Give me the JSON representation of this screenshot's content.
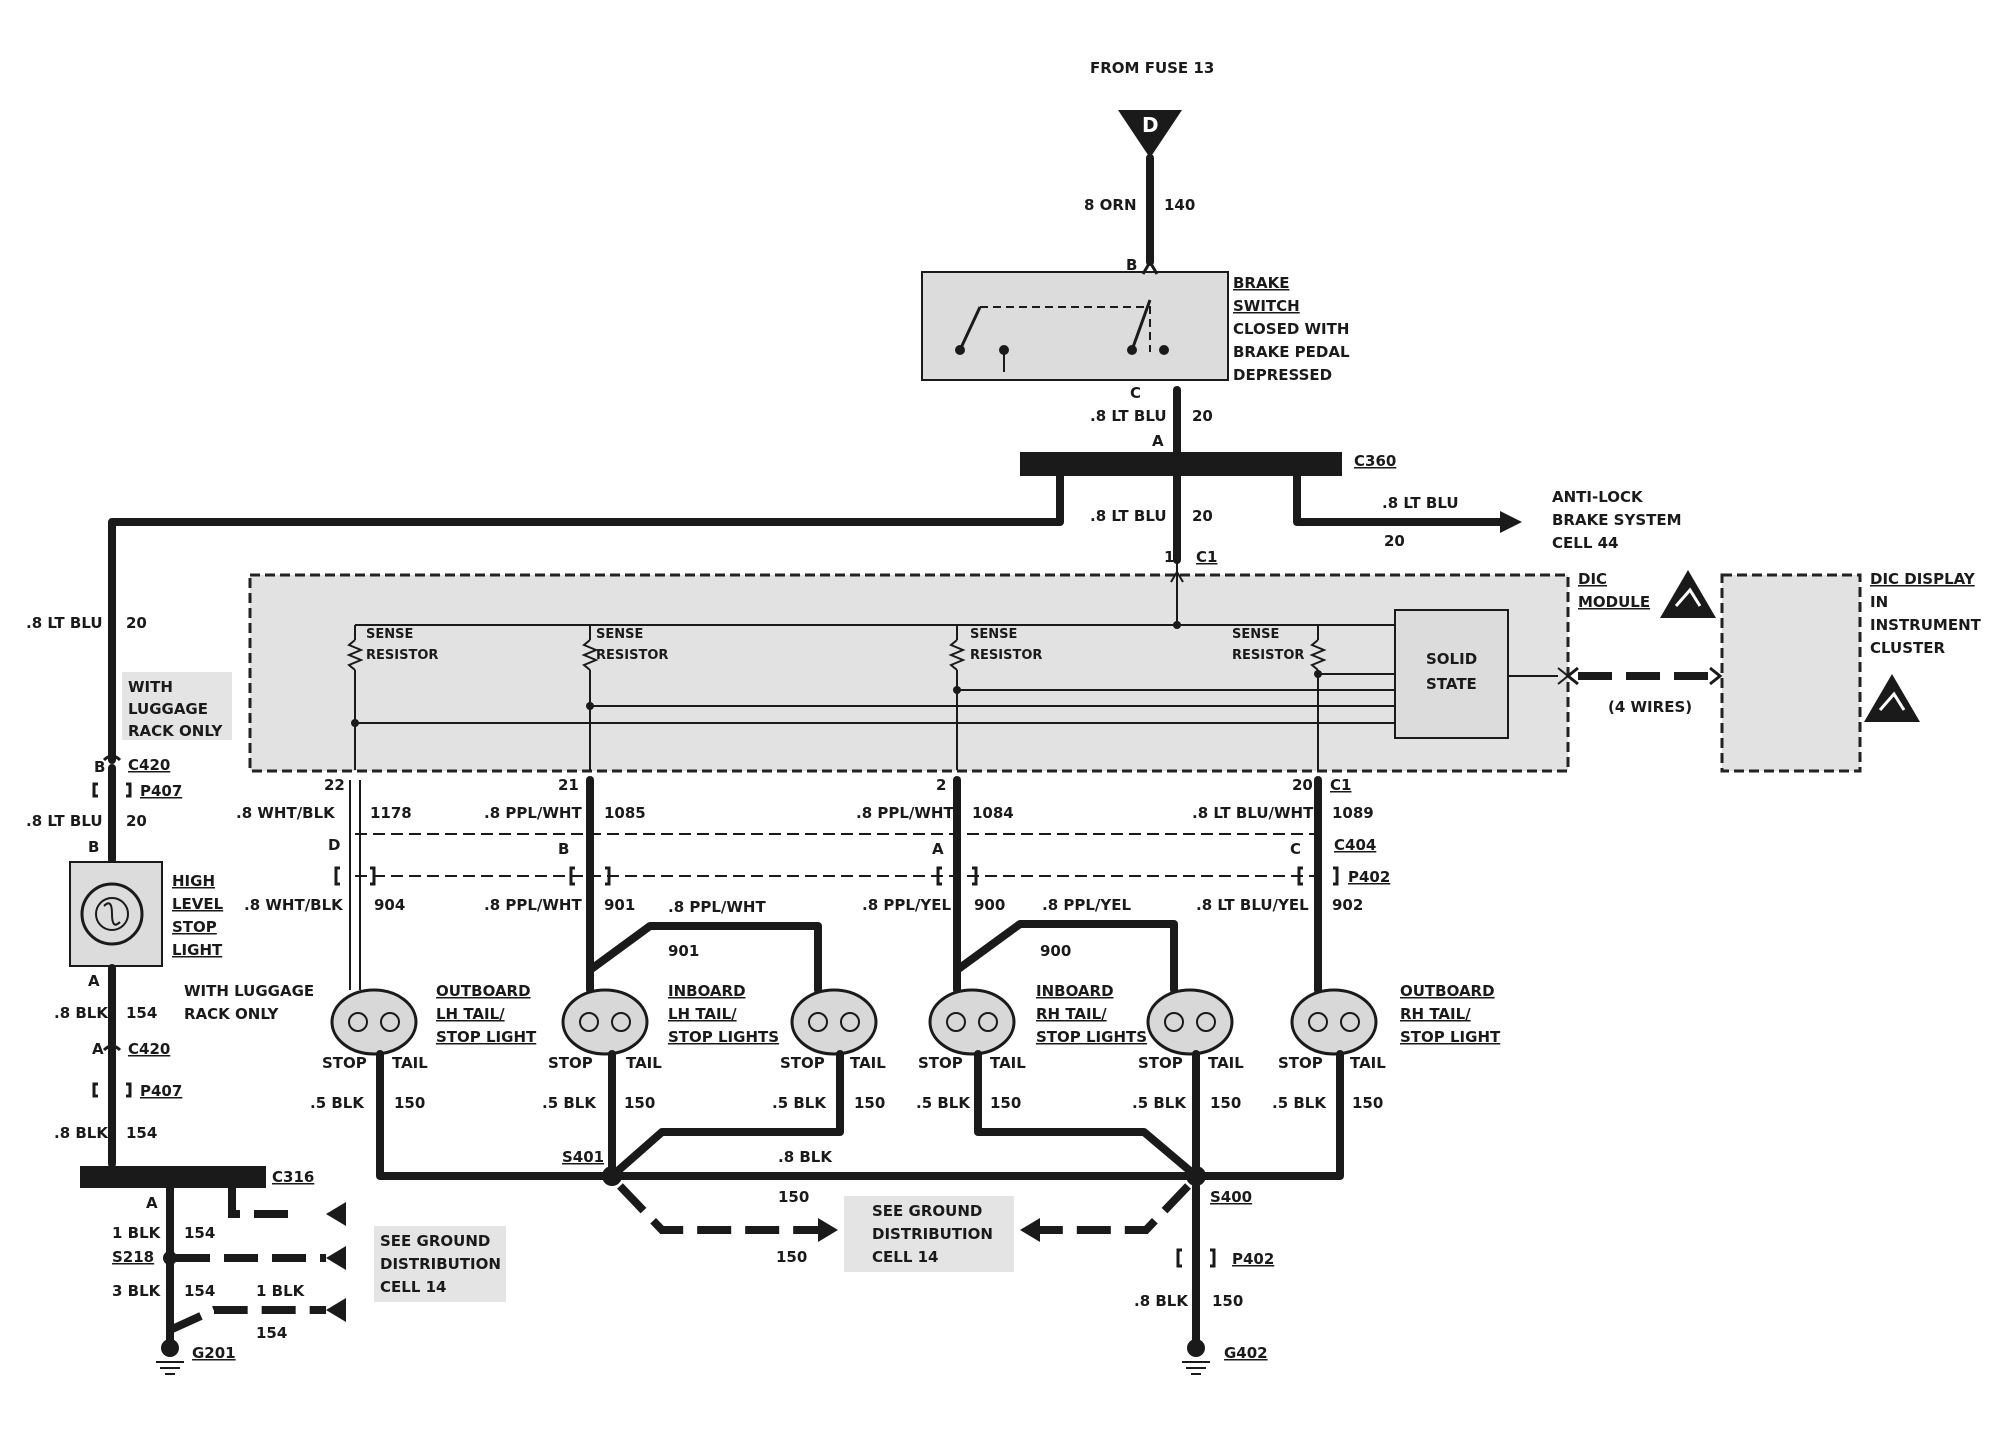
{
  "fuse": {
    "label": "FROM FUSE 13",
    "letter": "D"
  },
  "brake_switch": {
    "title": "BRAKE",
    "title2": "SWITCH",
    "desc": [
      "CLOSED WITH",
      "BRAKE PEDAL",
      "DEPRESSED"
    ],
    "pin_top": "B",
    "pin_bottom": "C"
  },
  "wire_in": {
    "size": "8 ORN",
    "circuit": "140"
  },
  "wire_c360_in": {
    "size": ".8 LT BLU",
    "circuit": "20"
  },
  "c360": {
    "label": "C360",
    "pin": "A"
  },
  "wire_c1": {
    "size": ".8 LT BLU",
    "circuit": "20"
  },
  "abs": {
    "size": ".8 LT BLU",
    "circuit": "20",
    "text": [
      "ANTI-LOCK",
      "BRAKE SYSTEM",
      "CELL 44"
    ]
  },
  "c1": {
    "label": "C1",
    "pin": "1"
  },
  "dic_module": {
    "line1": "DIC",
    "line2": "MODULE"
  },
  "dic_display": {
    "line1": "DIC DISPLAY",
    "line2": "IN",
    "line3": "INSTRUMENT",
    "line4": "CLUSTER"
  },
  "solid_state": {
    "line1": "SOLID",
    "line2": "STATE"
  },
  "wires_note": "(4 WIRES)",
  "sense_resistor": {
    "line1": "SENSE",
    "line2": "RESISTOR"
  },
  "left_feed": {
    "size": ".8 LT BLU",
    "circuit": "20",
    "luggage_note": [
      "WITH",
      "LUGGAGE",
      "RACK ONLY"
    ],
    "c420_top": "C420",
    "c420_top_pin": "B",
    "p407_top": "P407",
    "size2": ".8 LT BLU",
    "circuit2": "20",
    "pin_b": "B"
  },
  "hlsl": {
    "text": [
      "HIGH",
      "LEVEL",
      "STOP",
      "LIGHT"
    ],
    "pin_a": "A"
  },
  "hlsl_ground": {
    "size": ".8 BLK",
    "circuit": "154",
    "luggage_note": [
      "WITH LUGGAGE",
      "RACK ONLY"
    ],
    "c420": "C420",
    "c420_pin": "A",
    "p407": "P407",
    "size2": ".8 BLK",
    "circuit2": "154"
  },
  "c316": {
    "label": "C316",
    "pin": "A"
  },
  "s218": "S218",
  "g201_wires": {
    "w1_size": "1 BLK",
    "w1_circ": "154",
    "w2_size": "3 BLK",
    "w2_circ": "154",
    "w3_size": "1 BLK",
    "w3_circ": "154"
  },
  "g201": "G201",
  "see_ground_left": [
    "SEE GROUND",
    "DISTRIBUTION",
    "CELL 14"
  ],
  "see_ground_mid": [
    "SEE GROUND",
    "DISTRIBUTION",
    "CELL 14"
  ],
  "c1_pins": [
    "22",
    "21",
    "2",
    "20"
  ],
  "c1_label2": "C1",
  "c1_wires": [
    {
      "size": ".8 WHT/BLK",
      "circuit": "1178"
    },
    {
      "size": ".8 PPL/WHT",
      "circuit": "1085"
    },
    {
      "size": ".8 PPL/WHT",
      "circuit": "1084"
    },
    {
      "size": ".8 LT BLU/WHT",
      "circuit": "1089"
    }
  ],
  "c404": {
    "label": "C404",
    "pins": [
      "D",
      "B",
      "A",
      "C"
    ]
  },
  "p402": "P402",
  "lamp_wires": [
    {
      "size": ".8 WHT/BLK",
      "circuit": "904"
    },
    {
      "size": ".8 PPL/WHT",
      "circuit": "901"
    },
    {
      "size": ".8 PPL/YEL",
      "circuit": "900"
    },
    {
      "size": ".8 LT BLU/YEL",
      "circuit": "902"
    }
  ],
  "jumper_901": {
    "size": ".8 PPL/WHT",
    "circuit": "901"
  },
  "jumper_900": {
    "size": ".8 PPL/YEL",
    "circuit": "900"
  },
  "lamps": {
    "outboard_lh": [
      "OUTBOARD",
      "LH TAIL/",
      "STOP LIGHT"
    ],
    "inboard_lh": [
      "INBOARD",
      "LH TAIL/",
      "STOP LIGHTS"
    ],
    "inboard_rh": [
      "INBOARD",
      "RH TAIL/",
      "STOP LIGHTS"
    ],
    "outboard_rh": [
      "OUTBOARD",
      "RH TAIL/",
      "STOP LIGHT"
    ]
  },
  "stop": "STOP",
  "tail": "TAIL",
  "lamp_ground": {
    "size": ".5 BLK",
    "circuit": "150"
  },
  "s401": "S401",
  "s400": "S400",
  "splice_link": {
    "size": ".8 BLK",
    "circuit": "150"
  },
  "dash_150": "150",
  "g402_wire": {
    "size": ".8 BLK",
    "circuit": "150"
  },
  "p402_bottom": "P402",
  "g402": "G402"
}
